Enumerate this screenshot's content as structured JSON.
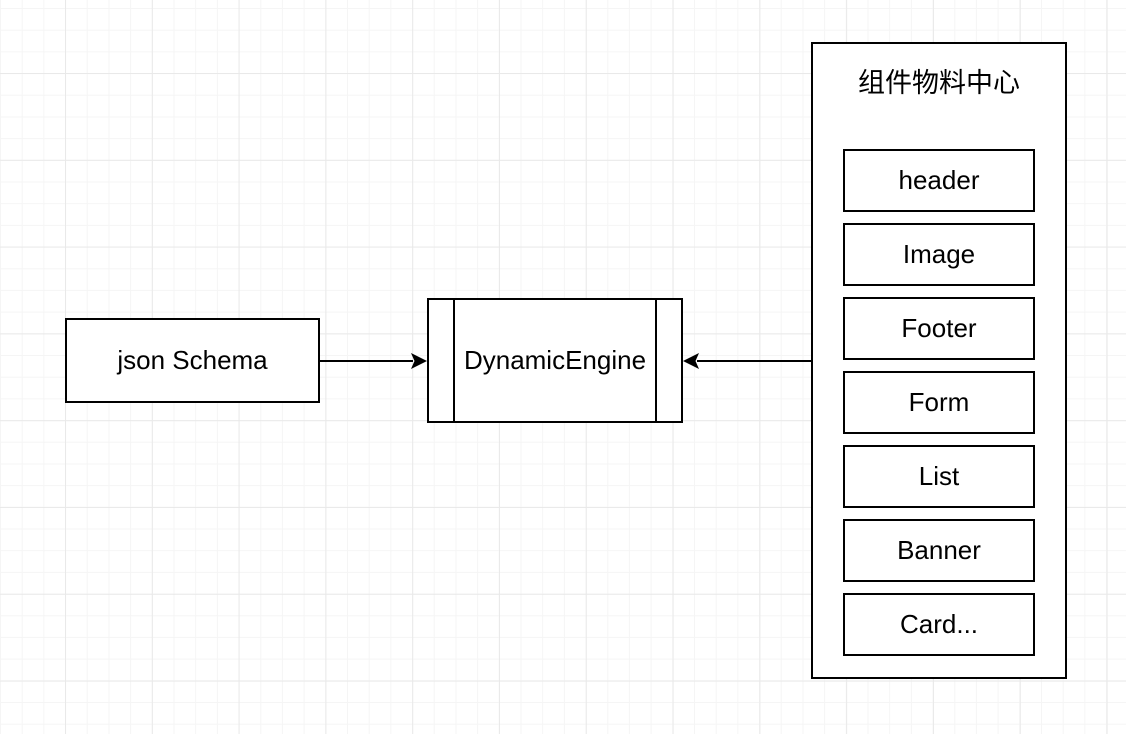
{
  "diagram": {
    "json_schema": {
      "label": "json Schema"
    },
    "dynamic_engine": {
      "label": "DynamicEngine",
      "shape": "process"
    },
    "material_center": {
      "title": "组件物料中心",
      "items": [
        {
          "label": "header"
        },
        {
          "label": "Image"
        },
        {
          "label": "Footer"
        },
        {
          "label": "Form"
        },
        {
          "label": "List"
        },
        {
          "label": "Banner"
        },
        {
          "label": "Card..."
        }
      ]
    },
    "connections": [
      {
        "from": "json Schema",
        "to": "DynamicEngine",
        "arrowhead": "at DynamicEngine, pointing right"
      },
      {
        "from": "组件物料中心",
        "to": "DynamicEngine",
        "arrowhead": "at DynamicEngine, pointing left"
      }
    ],
    "colors": {
      "stroke": "#000000",
      "shape_fill": "#ffffff",
      "background": "#ffffff",
      "grid_minor": "#f5f5f5",
      "grid_major": "#e9e9e9"
    }
  }
}
